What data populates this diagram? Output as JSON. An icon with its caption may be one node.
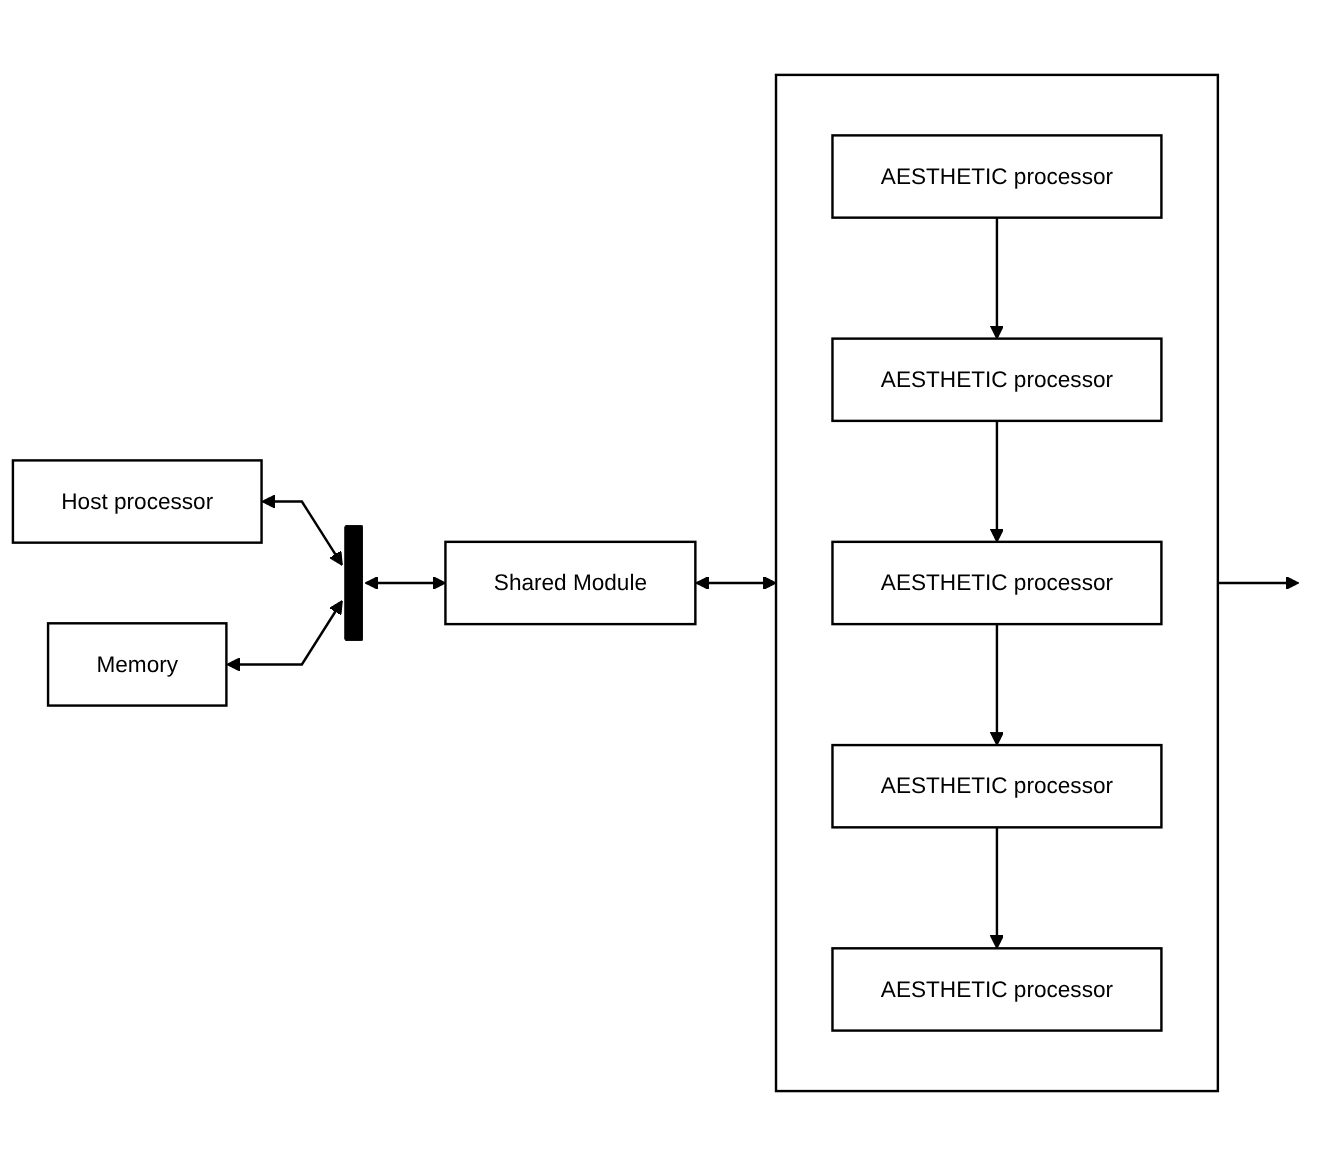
{
  "diagram": {
    "nodes": [
      {
        "text": [
          "Host processor"
        ]
      },
      {
        "text": [
          "Memory"
        ]
      },
      {
        "text": [],
        "shape": "bar"
      },
      {
        "text": [
          "Shared Module"
        ]
      },
      {
        "text": [],
        "shape": "box"
      },
      {
        "text": [
          "AESTHETIC processor"
        ],
        "in": 4
      },
      {
        "text": [
          "AESTHETIC processor"
        ],
        "in": 4
      },
      {
        "text": [
          "AESTHETIC processor"
        ],
        "in": 4
      },
      {
        "text": [
          "AESTHETIC processor"
        ],
        "in": 4
      },
      {
        "text": [
          "AESTHETIC processor"
        ],
        "in": 4
      }
    ],
    "edges": [
      {
        "from": 0,
        "to": 2,
        "arrow": "both"
      },
      {
        "from": 1,
        "to": 2,
        "arrow": "both"
      },
      {
        "from": 2,
        "to": 3,
        "arrow": "both"
      },
      {
        "from": 3,
        "to": 4,
        "arrow": "both"
      },
      {
        "from": 5,
        "to": 6,
        "arrow": "to"
      },
      {
        "from": 6,
        "to": 7,
        "arrow": "to"
      },
      {
        "from": 7,
        "to": 8,
        "arrow": "to"
      },
      {
        "from": 8,
        "to": 9,
        "arrow": "to"
      },
      {
        "from": 4,
        "to": null,
        "arrow": "to"
      }
    ]
  }
}
